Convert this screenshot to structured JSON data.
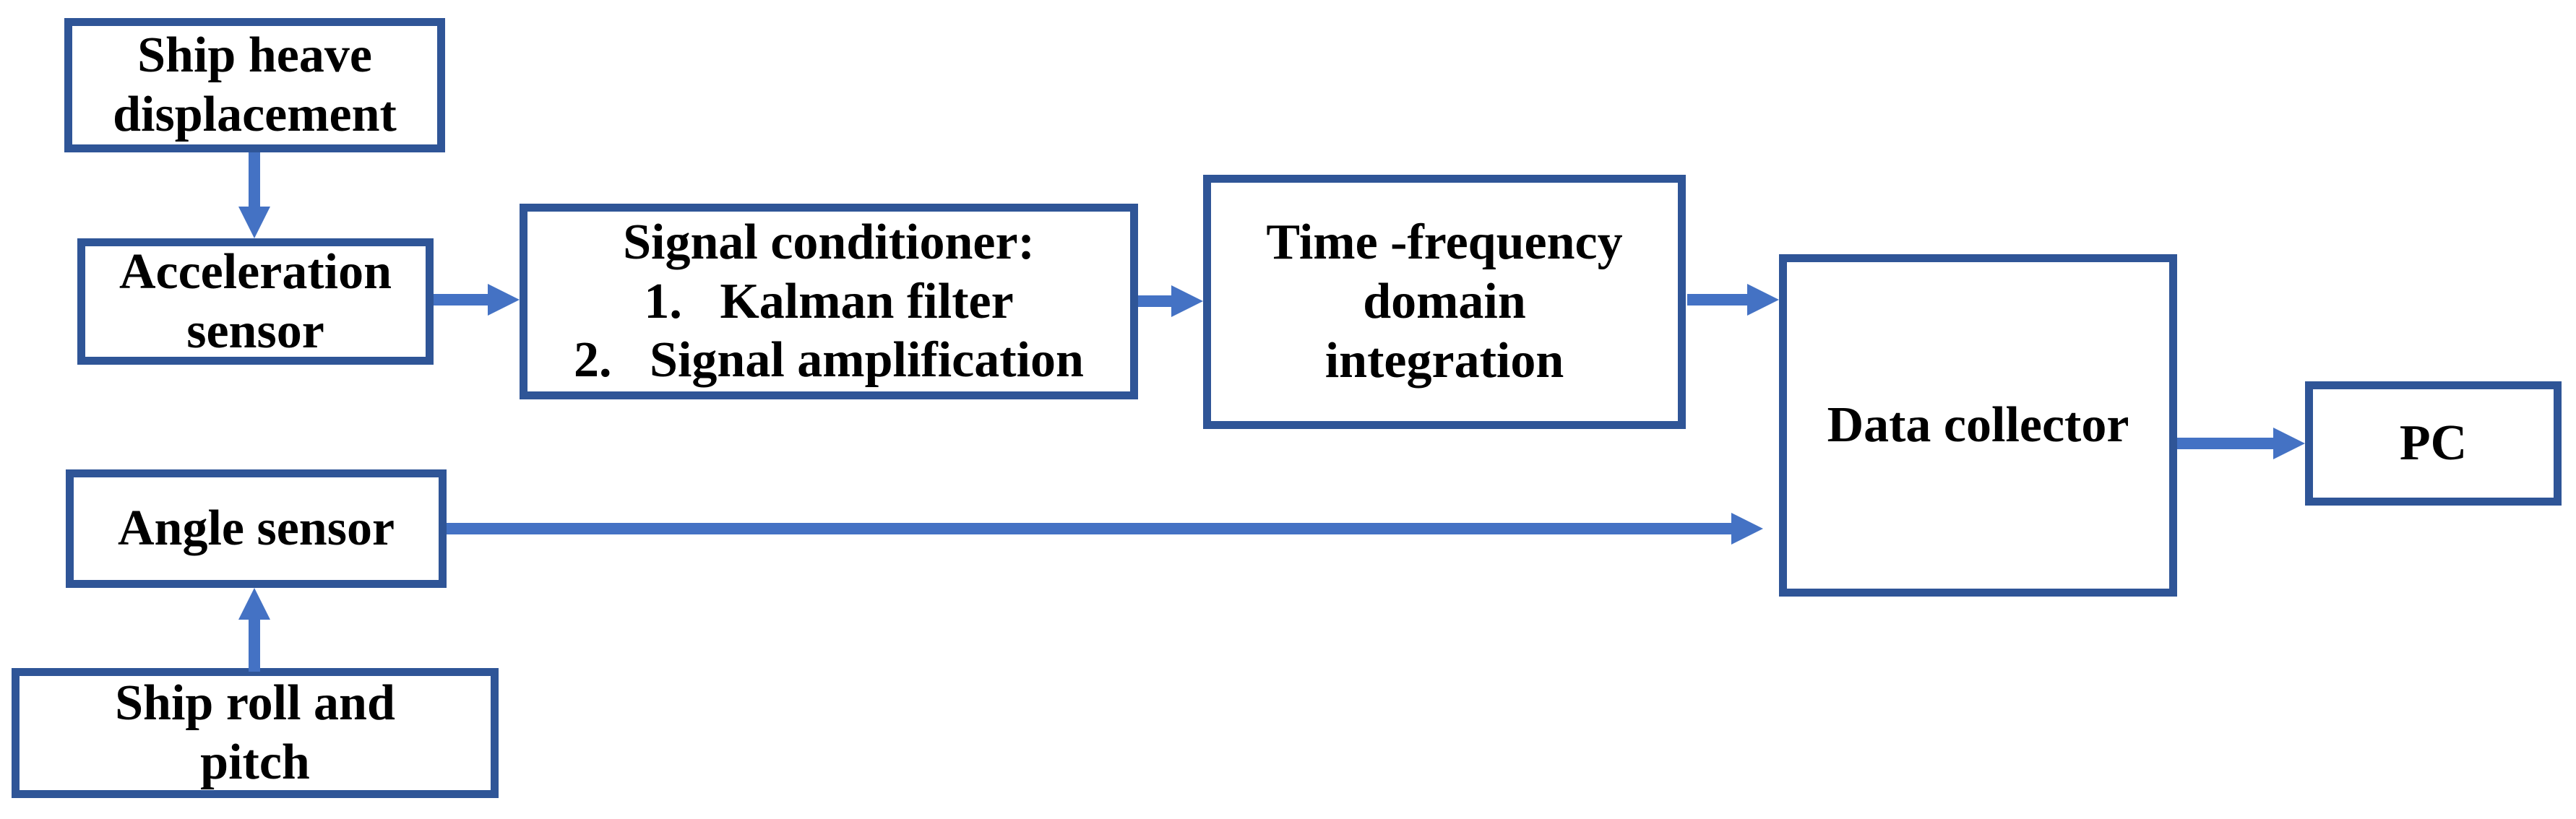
{
  "colors": {
    "box_border": "#2F5597",
    "arrow": "#4472C4",
    "text": "#000000",
    "background": "#FFFFFF"
  },
  "boxes": {
    "ship_heave": {
      "lines": [
        "Ship heave",
        "displacement"
      ]
    },
    "acceleration_sensor": {
      "lines": [
        "Acceleration",
        "sensor"
      ]
    },
    "signal_conditioner": {
      "lines": [
        "Signal conditioner:",
        "1.   Kalman filter",
        "2.   Signal amplification"
      ]
    },
    "time_frequency": {
      "lines": [
        "Time -frequency",
        "domain",
        "integration"
      ]
    },
    "data_collector": {
      "lines": [
        "Data collector"
      ]
    },
    "pc": {
      "lines": [
        "PC"
      ]
    },
    "angle_sensor": {
      "lines": [
        "Angle sensor"
      ]
    },
    "ship_roll_pitch": {
      "lines": [
        "Ship roll and",
        "pitch"
      ]
    }
  },
  "connections": [
    {
      "from": "Ship heave displacement",
      "to": "Acceleration sensor",
      "direction": "down"
    },
    {
      "from": "Acceleration sensor",
      "to": "Signal conditioner",
      "direction": "right"
    },
    {
      "from": "Signal conditioner",
      "to": "Time -frequency domain integration",
      "direction": "right"
    },
    {
      "from": "Time -frequency domain integration",
      "to": "Data collector",
      "direction": "right"
    },
    {
      "from": "Angle sensor",
      "to": "Data collector",
      "direction": "right"
    },
    {
      "from": "Ship roll and pitch",
      "to": "Angle sensor",
      "direction": "up"
    },
    {
      "from": "Data collector",
      "to": "PC",
      "direction": "right"
    }
  ]
}
